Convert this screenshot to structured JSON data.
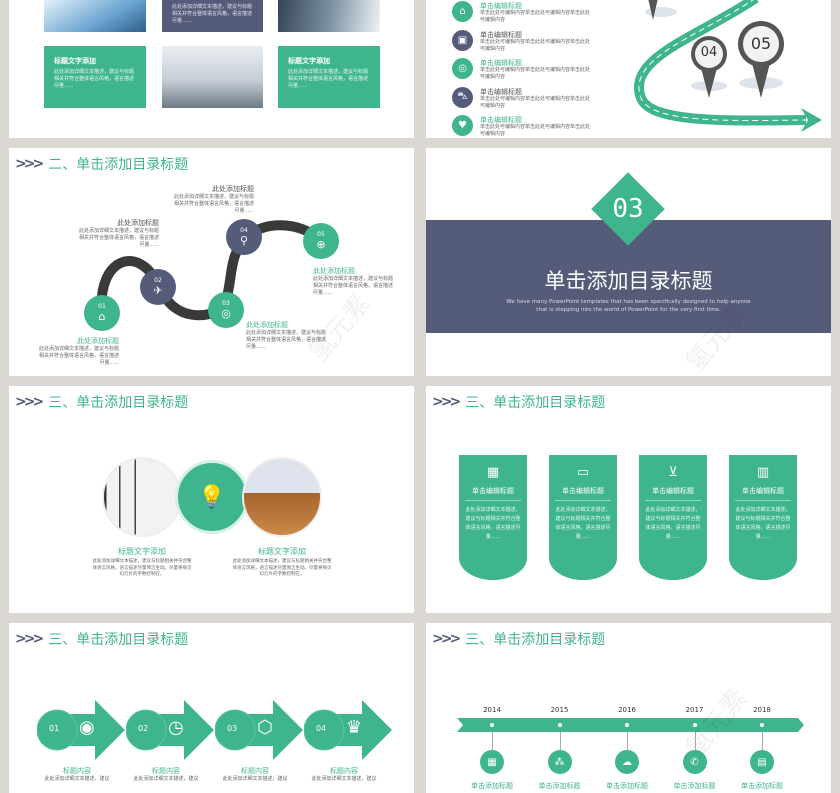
{
  "colors": {
    "accent": "#3fb58e",
    "navy": "#555c7a",
    "road": "#3a3a3a",
    "background": "#dbd7d3"
  },
  "watermark": "氢元素",
  "body_text": "此处添加详细文本描述，建议与标题相关并符合整体语言风格，语言描述尽量......",
  "slide1": {
    "title_a": "标题文字添加",
    "title_b": "标题文字添加",
    "text": "此处添加详细文本描述，建议与标题相关并符合整体语言风格，语言描述尽量......"
  },
  "slide2": {
    "items": [
      {
        "title": "单击编辑标题",
        "text": "单击此处可编辑内容单击此处可编辑内容单击此处可编辑内容",
        "icon": "home-icon"
      },
      {
        "title": "单击编辑标题",
        "text": "单击此处可编辑内容单击此处可编辑内容单击此处可编辑内容",
        "icon": "briefcase-icon"
      },
      {
        "title": "单击编辑标题",
        "text": "单击此处可编辑内容单击此处可编辑内容单击此处可编辑内容",
        "icon": "globe-icon"
      },
      {
        "title": "单击编辑标题",
        "text": "单击此处可编辑内容单击此处可编辑内容单击此处可编辑内容",
        "icon": "car-icon"
      },
      {
        "title": "单击编辑标题",
        "text": "单击此处可编辑内容单击此处可编辑内容单击此处可编辑内容",
        "icon": "heart-icon"
      }
    ],
    "pins": [
      "04",
      "05"
    ]
  },
  "slide3": {
    "header": "二、单击添加目录标题",
    "steps": [
      {
        "num": "01",
        "icon": "home-icon",
        "title": "此处添加标题"
      },
      {
        "num": "02",
        "icon": "airplane-icon",
        "title": "此处添加标题"
      },
      {
        "num": "03",
        "icon": "globe-icon",
        "title": "此处添加标题"
      },
      {
        "num": "04",
        "icon": "location-pin-icon",
        "title": "此处添加标题"
      },
      {
        "num": "05",
        "icon": "lifebuoy-icon",
        "title": "此处添加标题"
      }
    ],
    "text": "此处添加详细文本描述，建议与标题相关并符合整体语言风格，语言描述尽量......"
  },
  "slide4": {
    "num": "03",
    "title": "单击添加目录标题",
    "subtitle_1": "We have many PowerPoint templates that has been specifically designed to help anyone",
    "subtitle_2": "that is stepping into the world of PowerPoint for the very first time."
  },
  "slide5": {
    "header": "三、单击添加目录标题",
    "icon": "lightbulb-icon",
    "items": [
      {
        "title": "标题文字添加",
        "text": "此处添加详细文本描述，建议与标题相关并符合整体语言风格，语言描述尽量简洁生动。尽量将每页幻灯片的字数控制在。"
      },
      {
        "title": "标题文字添加",
        "text": "此处添加详细文本描述，建议与标题相关并符合整体语言风格，语言描述尽量简洁生动。尽量将每页幻灯片的字数控制在。"
      }
    ]
  },
  "slide6": {
    "header": "三、单击添加目录标题",
    "cards": [
      {
        "icon": "grid-icon",
        "title": "单击编辑标题",
        "text": "此处添加详细文本描述，建议与标题相关并符合整体语言风格，语言描述尽量......"
      },
      {
        "icon": "monitor-icon",
        "title": "单击编辑标题",
        "text": "此处添加详细文本描述，建议与标题相关并符合整体语言风格，语言描述尽量......"
      },
      {
        "icon": "basket-icon",
        "title": "单击编辑标题",
        "text": "此处添加详细文本描述，建议与标题相关并符合整体语言风格，语言描述尽量......"
      },
      {
        "icon": "columns-icon",
        "title": "单击编辑标题",
        "text": "此处添加详细文本描述，建议与标题相关并符合整体语言风格，语言描述尽量......"
      }
    ]
  },
  "slide7": {
    "header": "三、单击添加目录标题",
    "steps": [
      {
        "num": "01",
        "icon": "eye-icon",
        "title": "标题内容",
        "text": "此处添加详细文本描述，建议"
      },
      {
        "num": "02",
        "icon": "clock-icon",
        "title": "标题内容",
        "text": "此处添加详细文本描述，建议"
      },
      {
        "num": "03",
        "icon": "cube-icon",
        "title": "标题内容",
        "text": "此处添加详细文本描述，建议"
      },
      {
        "num": "04",
        "icon": "trophy-icon",
        "title": "标题内容",
        "text": "此处添加详细文本描述，建议"
      }
    ]
  },
  "slide8": {
    "header": "三、单击添加目录标题",
    "years": [
      {
        "year": "2014",
        "icon": "calculator-icon",
        "title": "单击添加标题"
      },
      {
        "year": "2015",
        "icon": "shapes-icon",
        "title": "单击添加标题"
      },
      {
        "year": "2016",
        "icon": "cloud-icon",
        "title": "单击添加标题"
      },
      {
        "year": "2017",
        "icon": "phone-24-icon",
        "title": "单击添加标题"
      },
      {
        "year": "2018",
        "icon": "database-icon",
        "title": "单击添加标题"
      }
    ]
  }
}
